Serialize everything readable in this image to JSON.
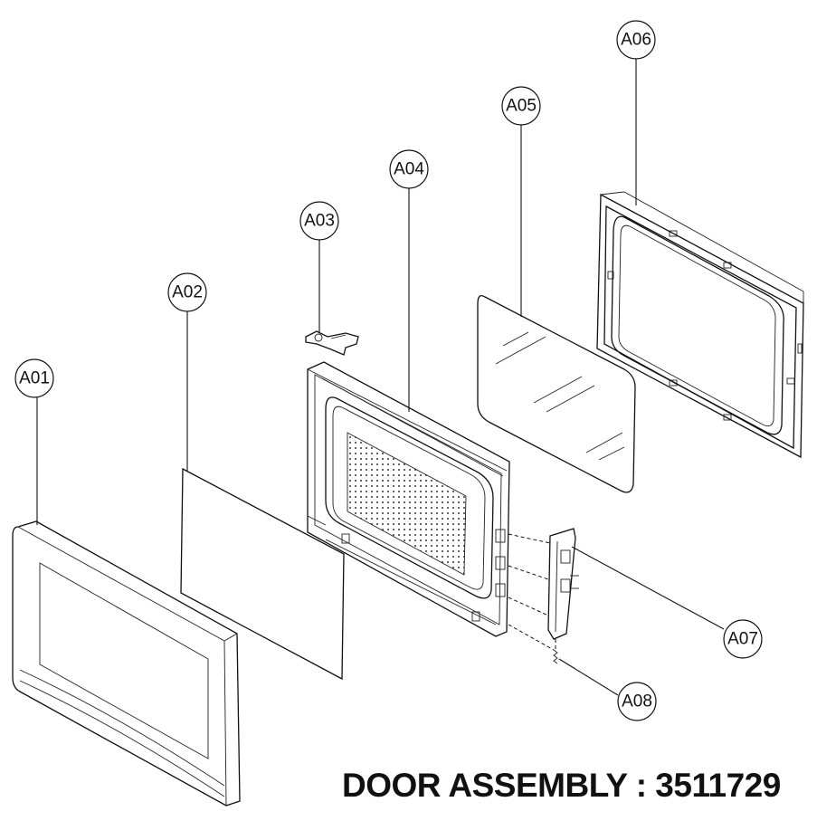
{
  "title": "DOOR ASSEMBLY : 3511729",
  "callouts": {
    "A01": "A01",
    "A02": "A02",
    "A03": "A03",
    "A04": "A04",
    "A05": "A05",
    "A06": "A06",
    "A07": "A07",
    "A08": "A08"
  }
}
